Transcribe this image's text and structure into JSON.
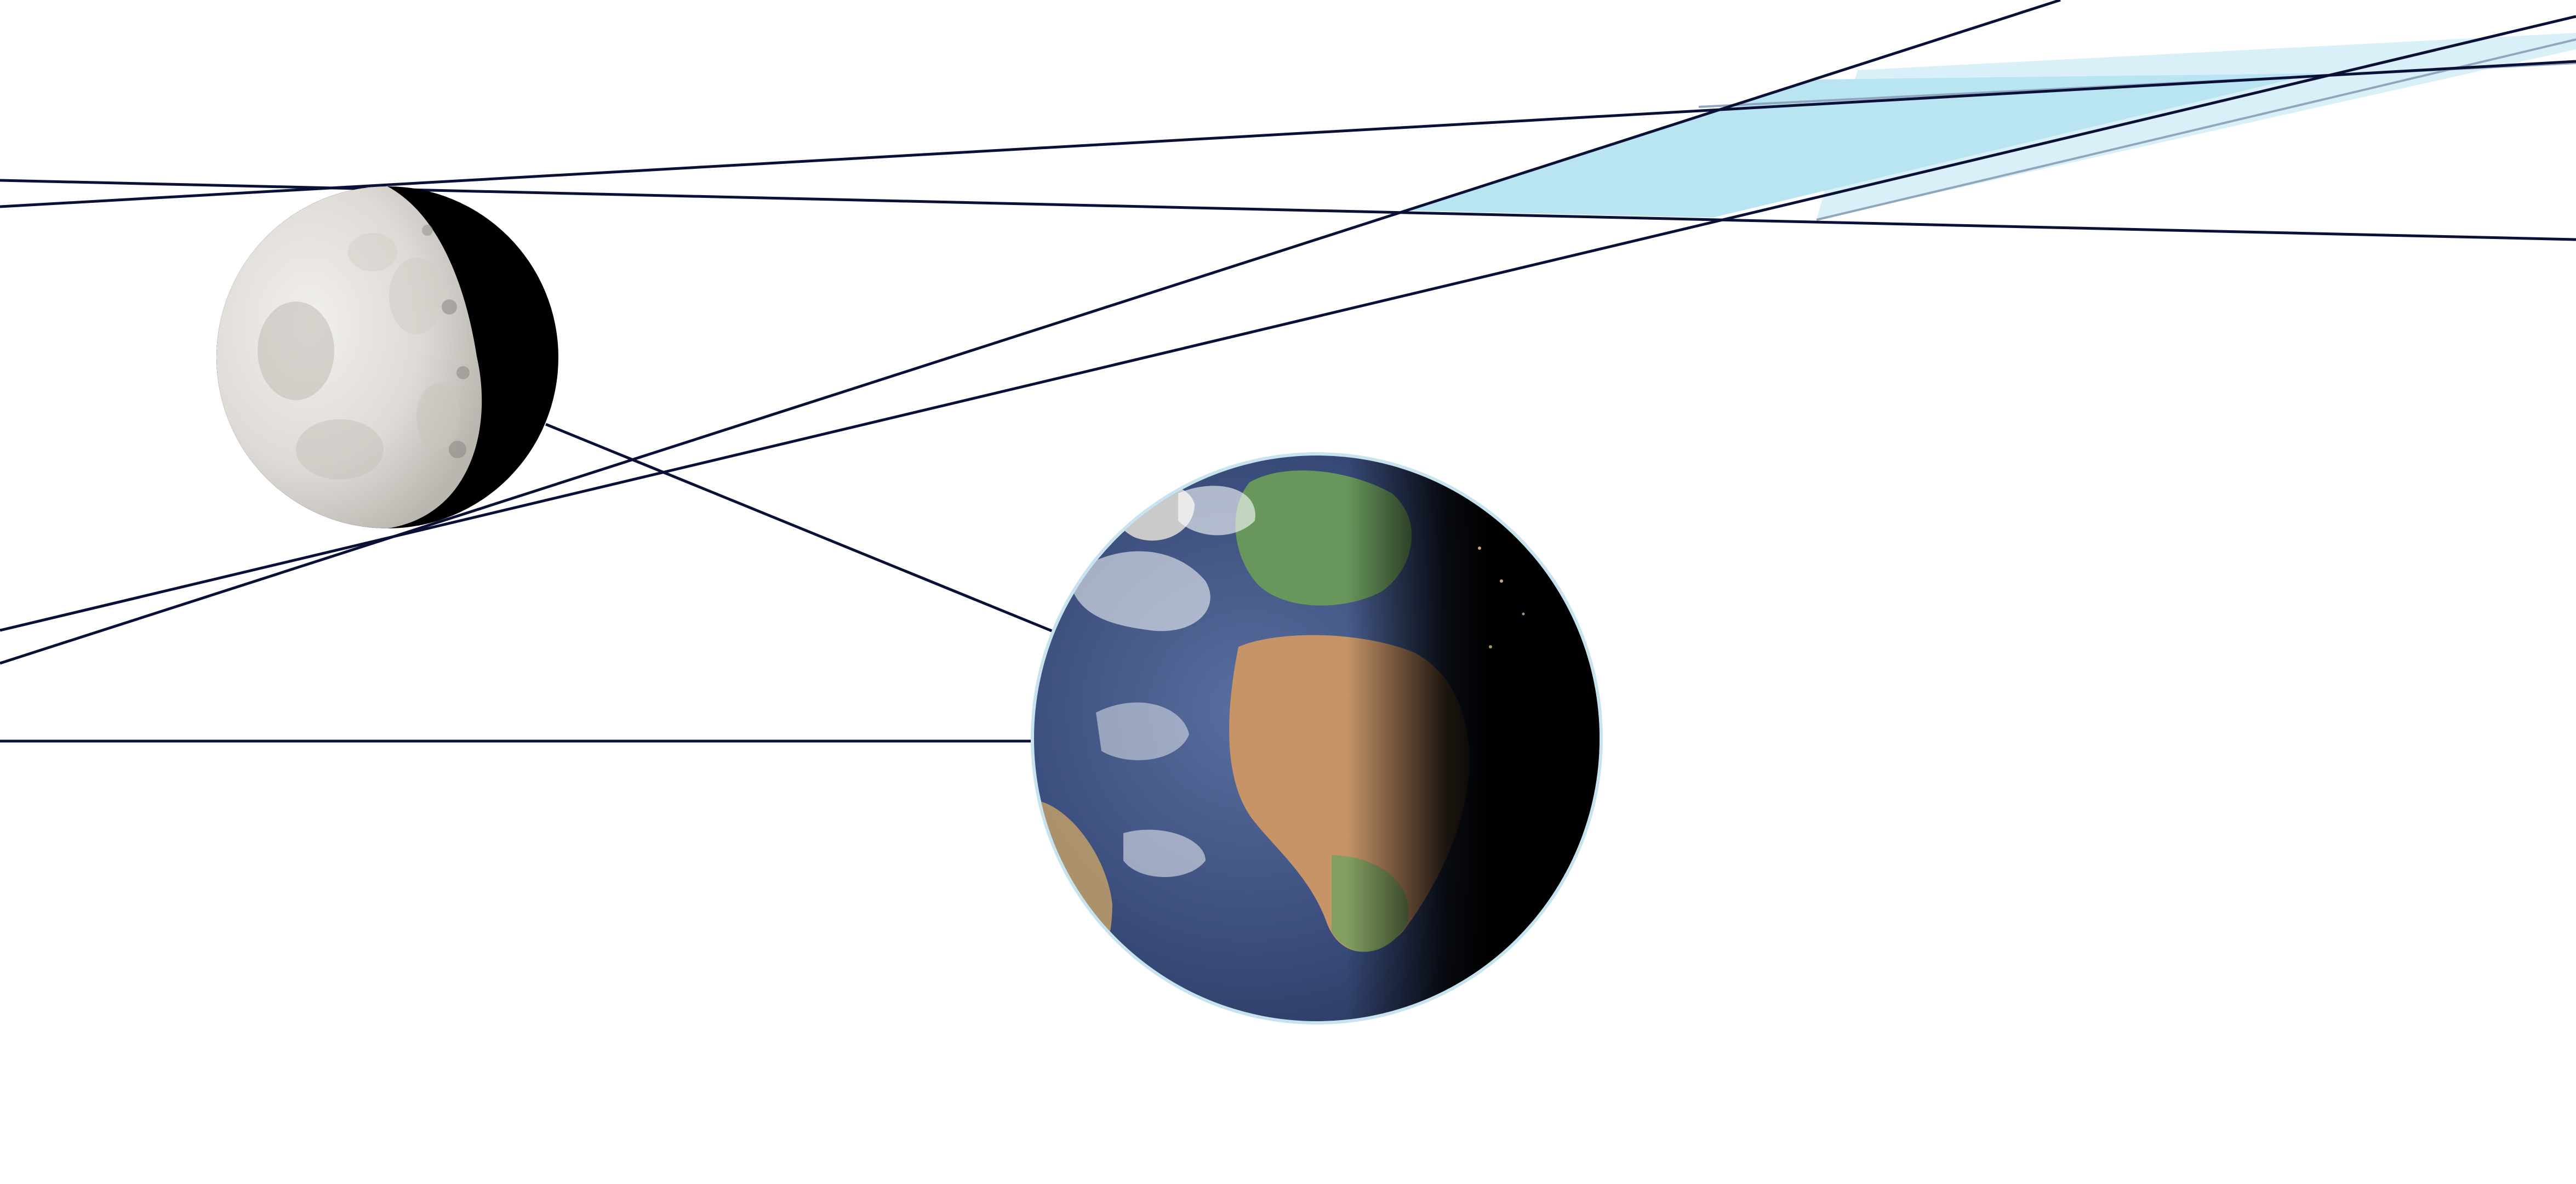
{
  "diagram": {
    "bodies": [
      {
        "id": "moon",
        "name": "Moon",
        "icon": "moon-icon",
        "phase": "first-quarter-gibbous"
      },
      {
        "id": "earth",
        "name": "Earth",
        "icon": "earth-icon",
        "illumination": "day-side-left"
      }
    ],
    "colors": {
      "background": "#ffffff",
      "line": "#0b1136",
      "wedge_inner": "#b9e4f2",
      "wedge_outer": "#daf0f8",
      "wedge_edge": "#9fb4c8",
      "moon_light": "#efedea",
      "moon_mid": "#c9c6c1",
      "moon_shadow": "#000000",
      "earth_ocean": "#3a5580",
      "earth_land": "#c09060",
      "earth_green": "#6a9a5a",
      "earth_night": "#000000",
      "earth_rim": "#c6e3ee"
    },
    "elements": [
      "sight-lines",
      "region-wedge",
      "moon-icon",
      "earth-icon",
      "horizontal-reference-line"
    ]
  }
}
